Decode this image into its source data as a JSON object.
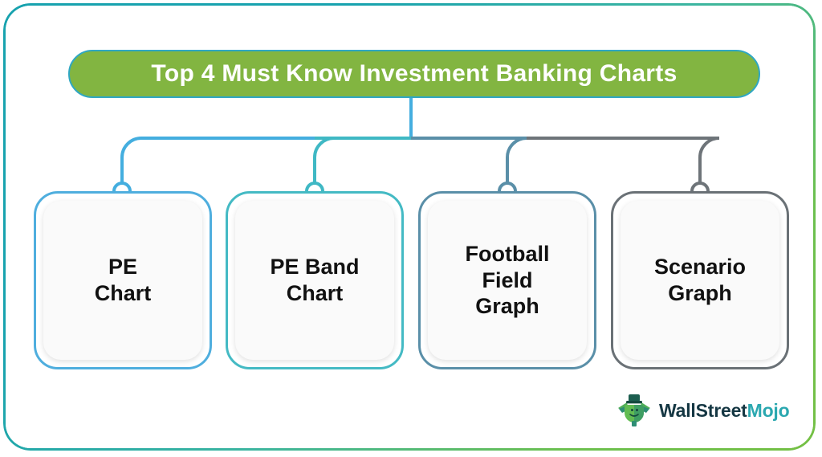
{
  "page": {
    "background": "#FFFFFF",
    "frame_gradient_from": "#17A2AE",
    "frame_gradient_to": "#74C044"
  },
  "header": {
    "title": "Top 4 Must Know Investment Banking Charts",
    "pill_color": "#82B541",
    "pill_border_color": "#2FA7C3",
    "title_color": "#FFFFFF"
  },
  "diagram": {
    "type": "tree",
    "stem_color": "#44AEDF",
    "connector_segments": [
      {
        "name": "segment-blue",
        "color": "#44AEDF"
      },
      {
        "name": "segment-teal",
        "color": "#3FB8C4"
      },
      {
        "name": "segment-steel",
        "color": "#5A8FA8"
      },
      {
        "name": "segment-gray",
        "color": "#6E7479"
      }
    ],
    "nodes": [
      {
        "id": "pe-chart",
        "label": "PE\nChart",
        "lines": [
          "PE",
          "Chart"
        ],
        "border_color": "#4FAEDE",
        "connector_color": "#44AEDF"
      },
      {
        "id": "pe-band-chart",
        "label": "PE Band\nChart",
        "lines": [
          "PE Band",
          "Chart"
        ],
        "border_color": "#44BAC4",
        "connector_color": "#3FB8C4"
      },
      {
        "id": "football-field-graph",
        "label": "Football\nField\nGraph",
        "lines": [
          "Football",
          "Field",
          "Graph"
        ],
        "border_color": "#5A8FA8",
        "connector_color": "#5A8FA8"
      },
      {
        "id": "scenario-graph",
        "label": "Scenario\nGraph",
        "lines": [
          "Scenario",
          "Graph"
        ],
        "border_color": "#6A7176",
        "connector_color": "#6E7479"
      }
    ]
  },
  "branding": {
    "name_part1": "WallStreet",
    "name_part2": "Mojo",
    "part1_color": "#153743",
    "part2_color": "#2BA8B0",
    "mark_color": "#5FB947",
    "hat_color": "#1C5E4F"
  }
}
